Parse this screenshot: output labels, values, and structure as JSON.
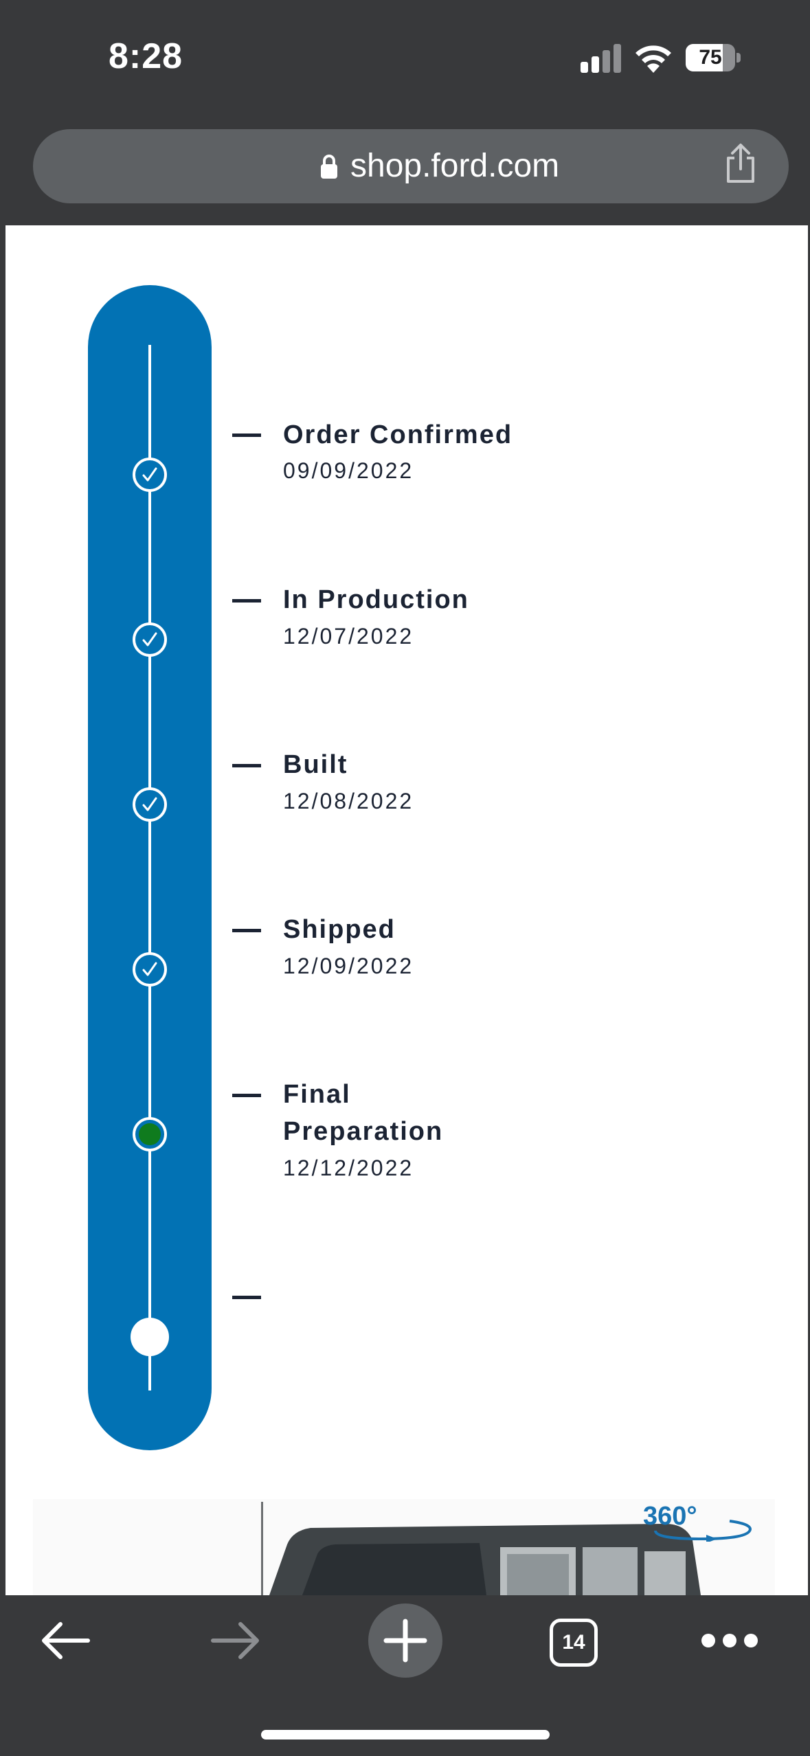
{
  "status_bar": {
    "time": "8:28",
    "battery_percent": "75"
  },
  "browser": {
    "url": "shop.ford.com",
    "tab_count": "14"
  },
  "timeline": {
    "accent_color": "#0272b4",
    "current_color": "#0f7b1e",
    "steps": [
      {
        "title": "Order Confirmed",
        "date": "09/09/2022",
        "state": "completed"
      },
      {
        "title": "In Production",
        "date": "12/07/2022",
        "state": "completed"
      },
      {
        "title": "Built",
        "date": "12/08/2022",
        "state": "completed"
      },
      {
        "title": "Shipped",
        "date": "12/09/2022",
        "state": "completed"
      },
      {
        "title": "Final Preparation",
        "date": "12/12/2022",
        "state": "current"
      },
      {
        "title": "",
        "date": "",
        "state": "upcoming"
      }
    ]
  },
  "vehicle_preview": {
    "badge": "360°"
  },
  "icons": {
    "back": "arrow-left-icon",
    "forward": "arrow-right-icon",
    "new_tab": "plus-icon",
    "tabs": "tabs-icon",
    "menu": "more-icon",
    "share": "share-icon",
    "lock": "lock-icon"
  }
}
